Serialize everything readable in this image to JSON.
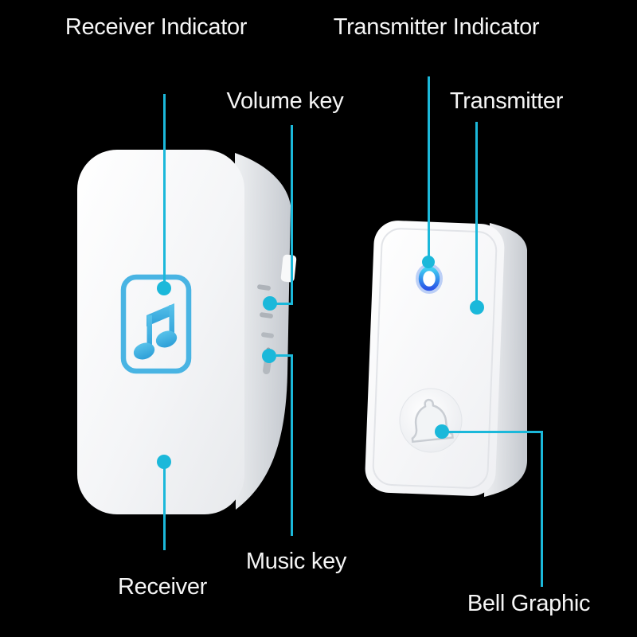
{
  "scene": {
    "description": "Wireless doorbell kit annotated parts diagram",
    "background": "#000000"
  },
  "colors": {
    "callout_line": "#1bb8da",
    "music_icon_blue": "#3fafe0",
    "led_indicator_blue": "#2b55e8",
    "device_white": "#fafbfc",
    "label_text": "#f5f5f5"
  },
  "labels": {
    "receiver_indicator": "Receiver Indicator",
    "transmitter_indicator": "Transmitter Indicator",
    "volume_key": "Volume key",
    "transmitter": "Transmitter",
    "music_key": "Music key",
    "receiver": "Receiver",
    "bell_graphic": "Bell Graphic"
  },
  "icons": {
    "music_note": "music-note-icon",
    "bell": "bell-icon",
    "led": "led-indicator-icon"
  }
}
